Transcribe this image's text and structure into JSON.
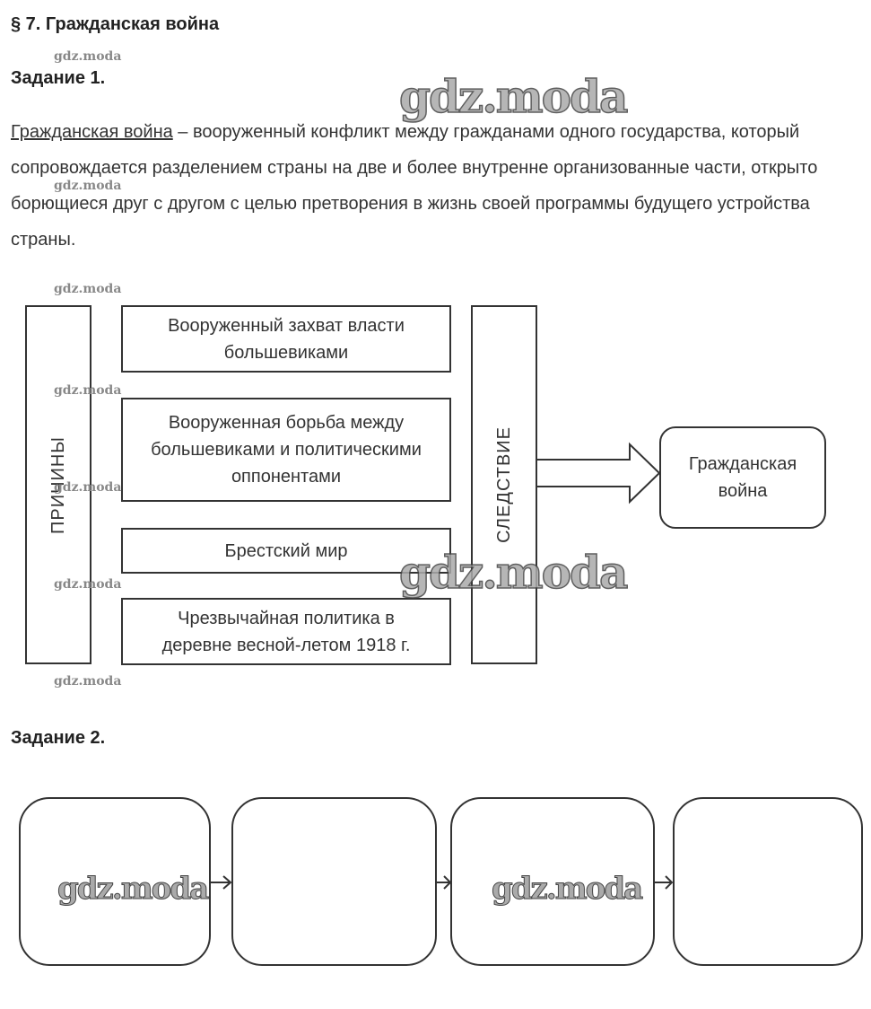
{
  "header": {
    "title": "§ 7. Гражданская война"
  },
  "task1": {
    "label": "Задание 1.",
    "definition_term": "Гражданская война",
    "definition_text": " – вооруженный конфликт между гражданами одного государства, который сопровождается разделением страны на две и более внутренне организованные части, открыто борющиеся друг с другом с целью претворения в жизнь своей программы будущего устройства страны.",
    "diagram": {
      "causes_label": "ПРИЧИНЫ",
      "causes": [
        "Вооруженный захват власти большевиками",
        "Вооруженная борьба между большевиками и политическими оппонентами",
        "Брестский мир",
        "Чрезвычайная политика в деревне весной-летом 1918 г."
      ],
      "consequence_label": "СЛЕДСТВИЕ",
      "result": "Гражданская война"
    }
  },
  "task2": {
    "label": "Задание 2."
  },
  "watermark": "gdz.moda"
}
